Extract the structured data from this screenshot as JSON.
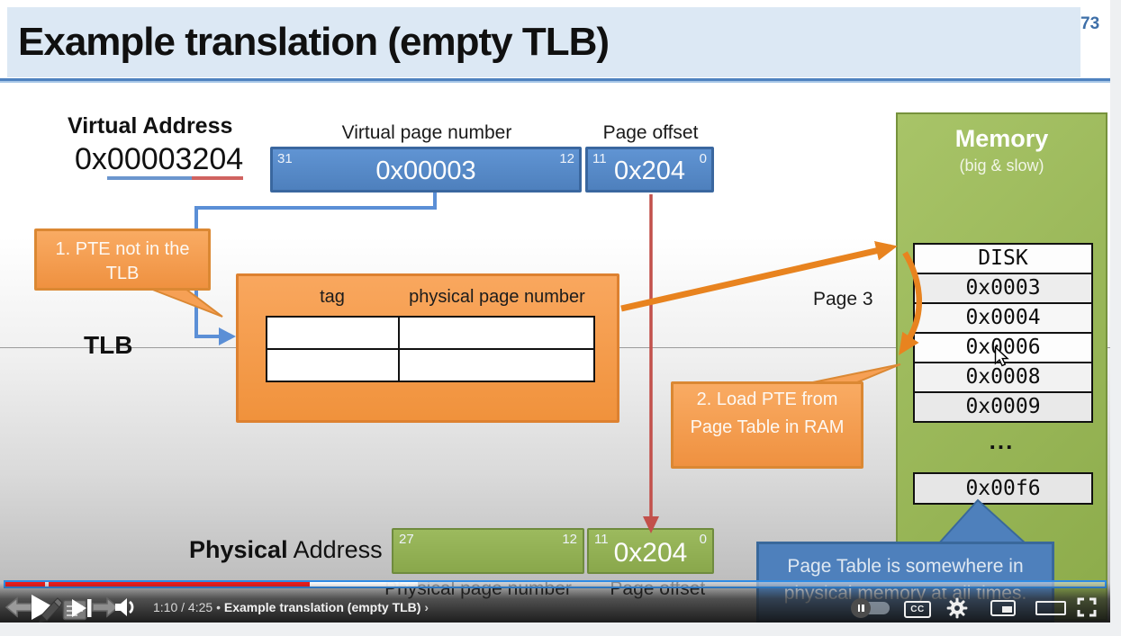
{
  "page_number": "73",
  "slide": {
    "title": "Example translation (empty TLB)",
    "virtual_address": {
      "label": "Virtual Address",
      "prefix": "0x",
      "vpn_digits": "00003",
      "offset_digits": "204"
    },
    "vpn_box": {
      "label": "Virtual page number",
      "bit_hi": "31",
      "bit_lo": "12",
      "value": "0x00003"
    },
    "offset_box": {
      "label": "Page offset",
      "bit_hi": "11",
      "bit_lo": "0",
      "value": "0x204"
    },
    "callout_pte": "1. PTE not in the TLB",
    "tlb": {
      "label": "TLB",
      "header_tag": "tag",
      "header_ppn": "physical page number"
    },
    "page3_label": "Page 3",
    "memory": {
      "title": "Memory",
      "subtitle": "(big & slow)",
      "rows": [
        "DISK",
        "0x0003",
        "0x0004",
        "0x0006",
        "0x0008",
        "0x0009"
      ],
      "ellipsis": "...",
      "page_table_row": "0x00f6"
    },
    "callout_load": "2. Load PTE from Page Table in RAM",
    "callout_pagetable_line1": "Page Table is somewhere in",
    "callout_pagetable_line2": "physical memory at all times.",
    "physical": {
      "label_bold": "Physical",
      "label_rest": " Address",
      "bit_hi": "27",
      "bit_mid_left": "12",
      "bit_mid_right": "11",
      "bit_lo": "0",
      "offset_value": "0x204",
      "ppn_label": "Physical page number",
      "offset_label": "Page offset"
    }
  },
  "player": {
    "time_display": "1:10 / 4:25",
    "separator": "•",
    "chapter_title": "Example translation (empty TLB)",
    "chevron": "›",
    "cc_label": "CC",
    "progress_percent": 27
  },
  "colors": {
    "accent_blue": "#4f81bd",
    "accent_orange": "#f79646",
    "accent_green": "#9bbb59",
    "arrow_orange": "#e8831f",
    "arrow_red": "#c2504b",
    "progress_red": "#e81c1c",
    "title_band": "#dce8f4"
  }
}
